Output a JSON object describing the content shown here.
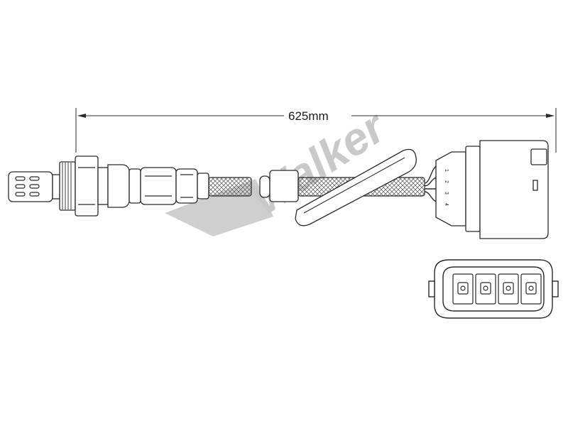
{
  "dimension": {
    "label": "625mm"
  },
  "watermark": {
    "brand": "Walker",
    "color": "#c9c9c9"
  },
  "connector": {
    "pin_labels": [
      "1",
      "2",
      "3",
      "4"
    ]
  },
  "colors": {
    "line": "#2a2a2a",
    "fill": "#ffffff",
    "hatch": "#6a6a6a"
  }
}
